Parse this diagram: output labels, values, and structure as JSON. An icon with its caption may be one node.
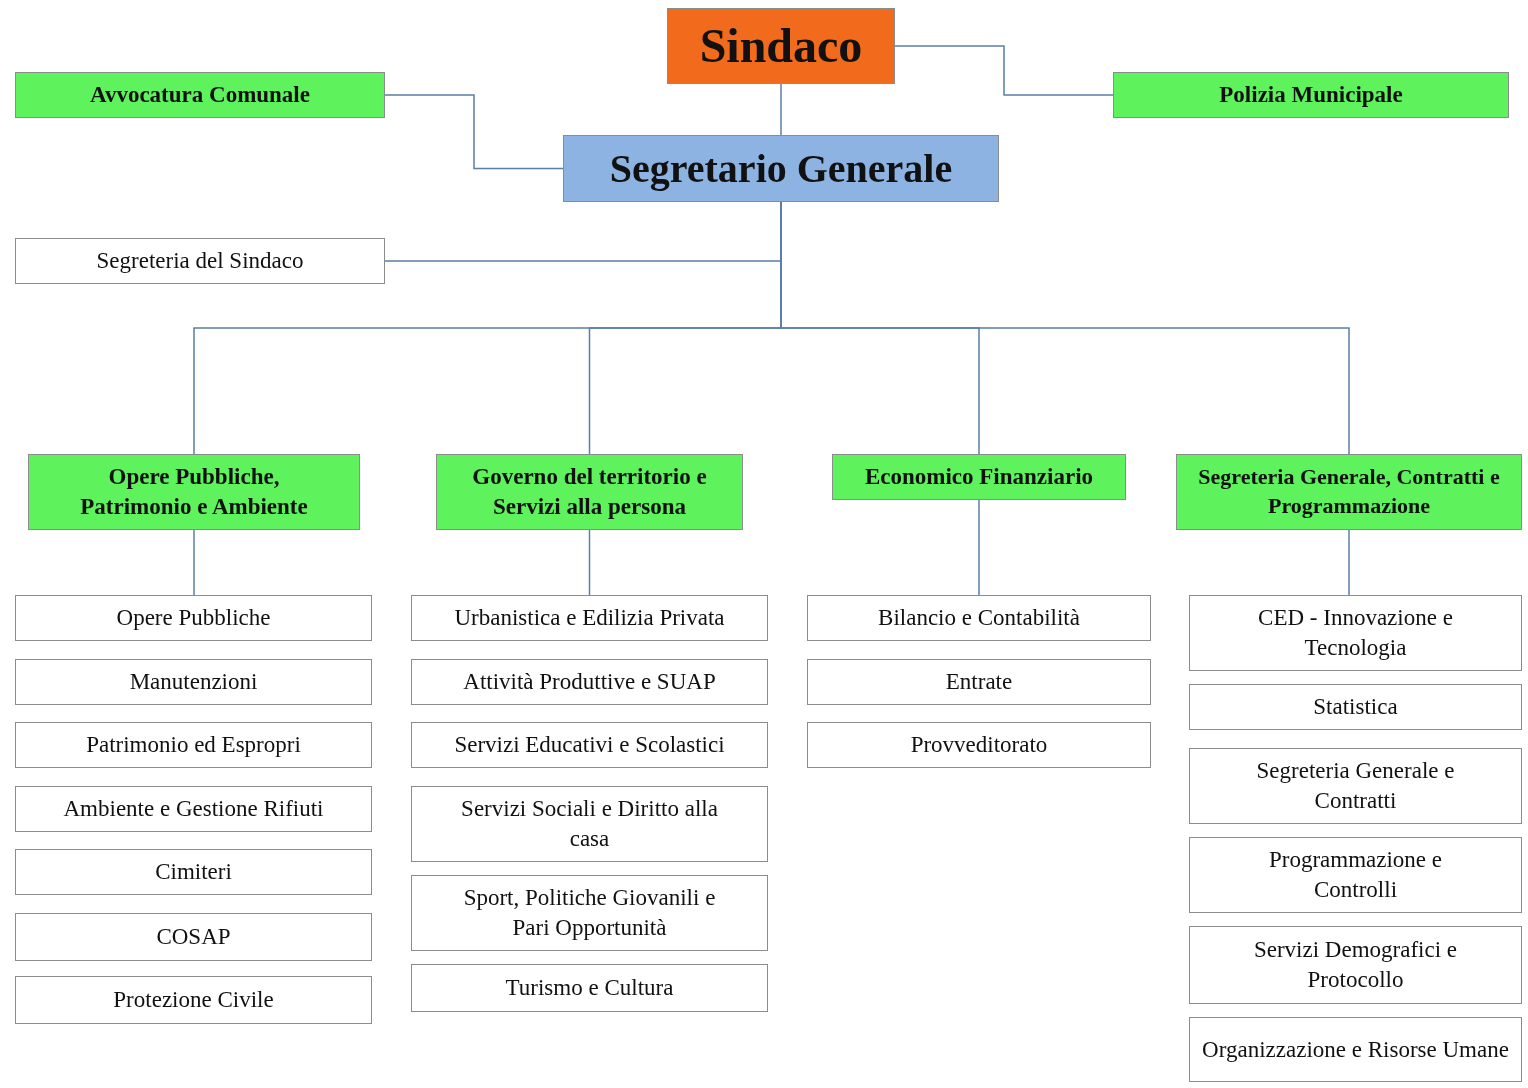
{
  "diagram": {
    "nodes": [
      {
        "text": [
          "Sindaco"
        ]
      },
      {
        "text": [
          "Avvocatura Comunale"
        ]
      },
      {
        "text": [
          "Polizia Municipale"
        ]
      },
      {
        "text": [
          "Segretario Generale"
        ]
      },
      {
        "text": [
          "Segreteria del Sindaco"
        ]
      },
      {
        "text": [
          "Opere Pubbliche, Patrimonio e Ambiente"
        ]
      },
      {
        "text": [
          "Governo del territorio e Servizi alla persona"
        ]
      },
      {
        "text": [
          "Economico Finanziario"
        ]
      },
      {
        "text": [
          "Segreteria Generale, Contratti e Programmazione"
        ]
      },
      {
        "text": [
          "Opere Pubbliche"
        ]
      },
      {
        "text": [
          "Manutenzioni"
        ]
      },
      {
        "text": [
          "Patrimonio ed Espropri"
        ]
      },
      {
        "text": [
          "Ambiente e Gestione Rifiuti"
        ]
      },
      {
        "text": [
          "Cimiteri"
        ]
      },
      {
        "text": [
          "COSAP"
        ]
      },
      {
        "text": [
          "Protezione Civile"
        ]
      },
      {
        "text": [
          "Urbanistica e Edilizia Privata"
        ]
      },
      {
        "text": [
          "Attività Produttive e SUAP"
        ]
      },
      {
        "text": [
          "Servizi Educativi e Scolastici"
        ]
      },
      {
        "text": [
          "Servizi Sociali e Diritto alla casa"
        ]
      },
      {
        "text": [
          "Sport, Politiche Giovanili e Pari Opportunità"
        ]
      },
      {
        "text": [
          "Turismo e Cultura"
        ]
      },
      {
        "text": [
          "Bilancio e Contabilità"
        ]
      },
      {
        "text": [
          "Entrate"
        ]
      },
      {
        "text": [
          "Provveditorato"
        ]
      },
      {
        "text": [
          "CED - Innovazione e Tecnologia"
        ]
      },
      {
        "text": [
          "Statistica"
        ]
      },
      {
        "text": [
          "Segreteria Generale e Contratti"
        ]
      },
      {
        "text": [
          "Programmazione e Controlli"
        ]
      },
      {
        "text": [
          "Servizi Demografici e Protocollo"
        ]
      },
      {
        "text": [
          "Organizzazione e Risorse Umane"
        ]
      }
    ],
    "edges": [
      {
        "from": 0,
        "to": 2,
        "arrow": "none"
      },
      {
        "from": 0,
        "to": 3,
        "arrow": "none"
      },
      {
        "from": 1,
        "to": 3,
        "arrow": "none"
      },
      {
        "from": 3,
        "to": 4,
        "arrow": "none"
      },
      {
        "from": 3,
        "to": 5,
        "arrow": "none"
      },
      {
        "from": 3,
        "to": 6,
        "arrow": "none"
      },
      {
        "from": 3,
        "to": 7,
        "arrow": "none"
      },
      {
        "from": 3,
        "to": 8,
        "arrow": "none"
      },
      {
        "from": 5,
        "to": 9,
        "arrow": "none"
      },
      {
        "from": 6,
        "to": 16,
        "arrow": "none"
      },
      {
        "from": 7,
        "to": 22,
        "arrow": "none"
      },
      {
        "from": 8,
        "to": 25,
        "arrow": "none"
      }
    ]
  }
}
